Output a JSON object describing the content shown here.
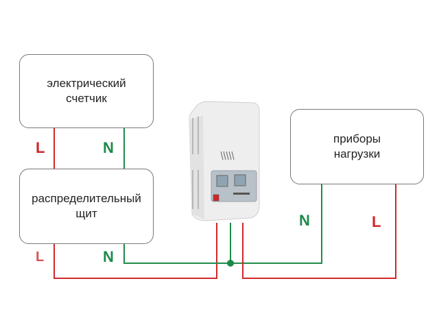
{
  "boxes": {
    "meter": {
      "line1": "электрический",
      "line2": "счетчик"
    },
    "panel": {
      "line1": "распределительный",
      "line2": "щит"
    },
    "load": {
      "line1": "приборы",
      "line2": "нагрузки"
    }
  },
  "labels": {
    "meter_panel_phase": "L",
    "meter_panel_neutral": "N",
    "panel_out_phase": "L",
    "panel_out_neutral": "N",
    "load_neutral": "N",
    "load_phase": "L"
  },
  "colors": {
    "phase": "#d0262a",
    "neutral": "#1d8a4a",
    "box_border": "#777777"
  }
}
